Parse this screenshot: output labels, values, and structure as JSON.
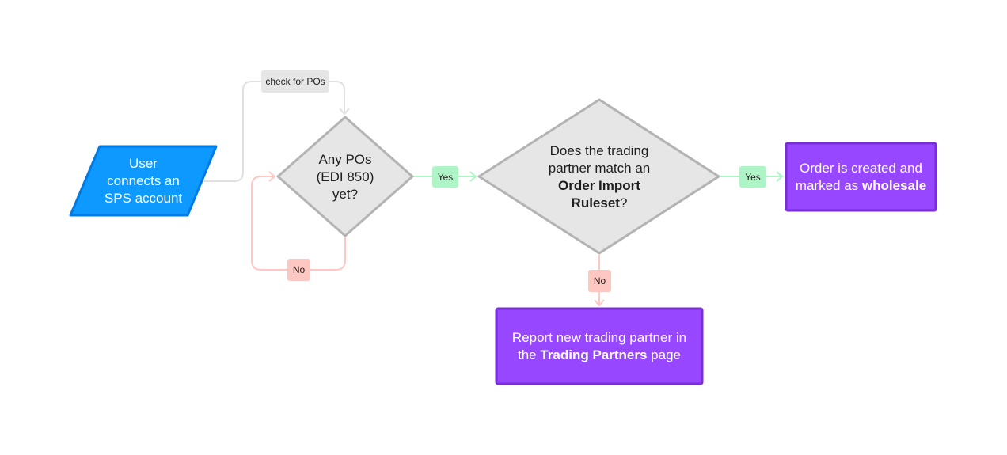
{
  "diagram": {
    "start": {
      "line1": "User",
      "line2": "connects an",
      "line3": "SPS account"
    },
    "decision1": {
      "line1": "Any POs",
      "line2": "(EDI 850)",
      "line3": "yet?"
    },
    "decision2": {
      "line1": "Does the trading",
      "line2": "partner match an",
      "line3_bold": "Order Import",
      "line4_bold": "Ruleset",
      "line4_suffix": "?"
    },
    "result_yes": {
      "line1": "Order is created and",
      "line2_prefix": "marked as ",
      "line2_bold": "wholesale"
    },
    "result_no": {
      "line1": "Report new trading partner in",
      "line2_prefix": "the ",
      "line2_bold": "Trading Partners",
      "line2_suffix": " page"
    },
    "labels": {
      "check": "check for POs",
      "yes1": "Yes",
      "no1": "No",
      "yes2": "Yes",
      "no2": "No"
    },
    "colors": {
      "start_fill": "#0d99ff",
      "start_stroke": "#007be5",
      "decision_fill": "#e6e6e6",
      "decision_stroke": "#b3b3b3",
      "result_fill": "#9747ff",
      "result_stroke": "#7a2ed6",
      "line_gray": "#e0e0e0",
      "line_green": "#aff4c6",
      "line_red": "#ffc7c2"
    }
  }
}
